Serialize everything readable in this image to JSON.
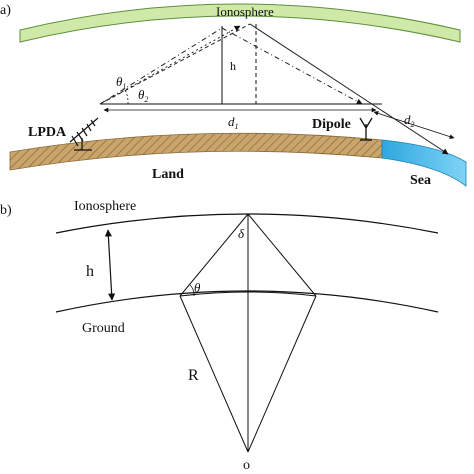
{
  "panel_a": {
    "label": "a)",
    "ionosphere": "Ionosphere",
    "theta1": "θ",
    "theta1_sub": "1",
    "theta2": "θ",
    "theta2_sub": "2",
    "h": "h",
    "d1": "d",
    "d1_sub": "1",
    "d2": "d",
    "d2_sub": "2",
    "lpda": "LPDA",
    "dipole": "Dipole",
    "land": "Land",
    "sea": "Sea",
    "colors": {
      "ionosphere": "#cfe9a8",
      "land": "#c9a56b",
      "sea": "#2ea8e0"
    }
  },
  "panel_b": {
    "label": "b)",
    "ionosphere": "Ionosphere",
    "h": "h",
    "delta": "δ",
    "theta": "θ",
    "ground": "Ground",
    "R": "R",
    "o": "o"
  }
}
